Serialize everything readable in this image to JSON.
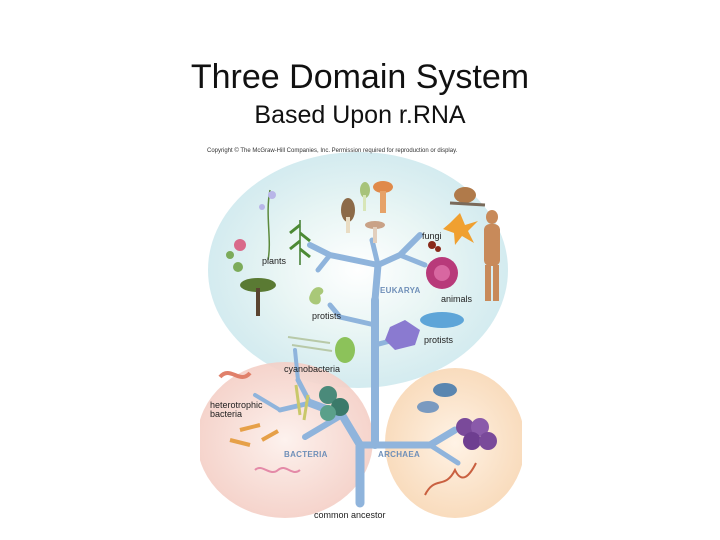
{
  "title": "Three Domain System",
  "subtitle": "Based Upon r.RNA",
  "figure": {
    "copyright": "Copyright © The McGraw-Hill Companies, Inc. Permission required for reproduction or display.",
    "domains": {
      "eukarya": "EUKARYA",
      "bacteria": "BACTERIA",
      "archaea": "ARCHAEA"
    },
    "labels": {
      "fungi": "fungi",
      "plants": "plants",
      "animals": "animals",
      "protists_left": "protists",
      "protists_right": "protists",
      "cyanobacteria": "cyanobacteria",
      "heterotrophic_bacteria": "heterotrophic bacteria",
      "common_ancestor": "common ancestor"
    },
    "colors": {
      "tree": "#8fb4dc",
      "eukarya_halo": "#cfeaf0",
      "bacteria_halo": "#f6d6cf",
      "archaea_halo": "#fbe0c4"
    }
  }
}
